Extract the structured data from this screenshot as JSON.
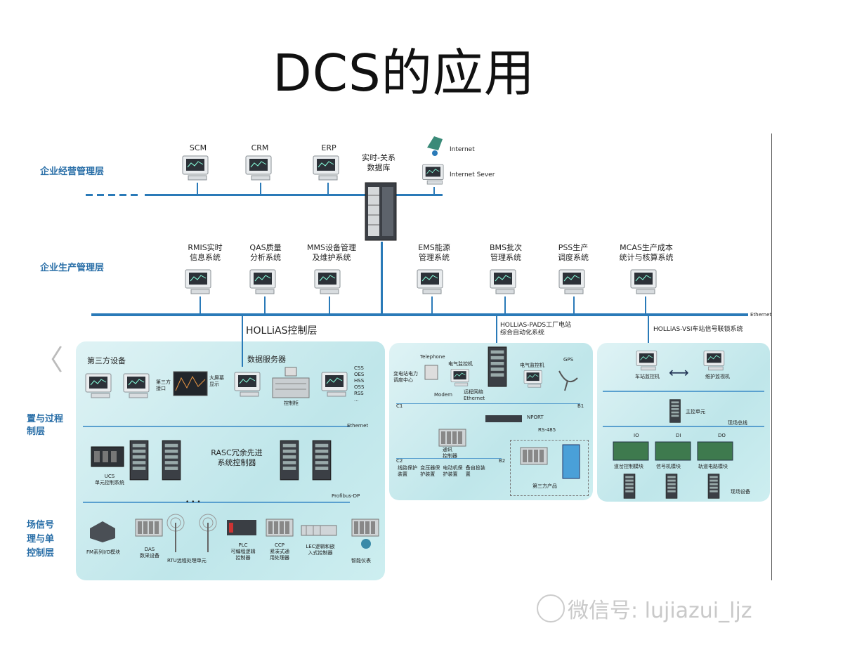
{
  "title": "DCS的应用",
  "layers": {
    "enterprise_mgmt": "企业经营管理层",
    "production_mgmt": "企业生产管理层",
    "device_process": [
      "置与过程",
      "制层"
    ],
    "field_signal": [
      "场信号",
      "理与单",
      "控制层"
    ]
  },
  "top_nodes": {
    "scm": "SCM",
    "crm": "CRM",
    "erp": "ERP",
    "rt_db": [
      "实时-关系",
      "数据库"
    ],
    "internet": "Internet",
    "internet_server": "Internet Sever"
  },
  "mid_nodes": [
    [
      "RMIS实时",
      "信息系统"
    ],
    [
      "QAS质量",
      "分析系统"
    ],
    [
      "MMS设备管理",
      "及维护系统"
    ],
    [
      "EMS能源",
      "管理系统"
    ],
    [
      "BMS批次",
      "管理系统"
    ],
    [
      "PSS生产",
      "调度系统"
    ],
    [
      "MCAS生产成本",
      "统计与核算系统"
    ]
  ],
  "ethernet_label": "Ethernet",
  "hollias_control": "HOLLiAS控制层",
  "hollias_pads": [
    "HOLLiAS-PADS工厂电站",
    "综合自动化系统"
  ],
  "hollias_vsi": "HOLLiAS-VSI车站信号联锁系统",
  "left_panel": {
    "third_party": "第三方设备",
    "data_server": "数据服务器",
    "third_port": [
      "第三方",
      "接口"
    ],
    "big_screen": [
      "大屏幕",
      "显示"
    ],
    "console": "控制柜",
    "server_list": [
      "CSS",
      "OES",
      "HSS",
      "OSS",
      "RSS",
      "..."
    ],
    "ethernet": "Ethernet",
    "dcs_unit": [
      "UCS",
      "单元控制系统"
    ],
    "rasc": [
      "RASC冗余先进",
      "系统控制器"
    ],
    "profibus": "Profibus-DP",
    "dots": "• • •",
    "devices": [
      [
        "FM系列I/O模块"
      ],
      [
        "DAS",
        "数采设备"
      ],
      [
        "RTU远程处理单元"
      ],
      [
        "PLC",
        "可编程逻辑",
        "控制器"
      ],
      [
        "CCP",
        "紧凑式通",
        "用处理器"
      ],
      [
        "LEC逻辑和嵌",
        "入式控制器"
      ],
      [
        "智能仪表"
      ]
    ]
  },
  "mid_panel": {
    "telephone": "Telephone",
    "elec_monitor1": "电气监控机",
    "elec_monitor2": "电气监控机",
    "gps": "GPS",
    "remote": [
      "变电站电力",
      "调度中心"
    ],
    "modem": "Modem",
    "router": [
      "远程网络",
      "Ethernet"
    ],
    "nport": "NPORT",
    "rs485": "RS-485",
    "comm_ctrl": [
      "通讯",
      "控制器"
    ],
    "line_labels": [
      "C1",
      "B1",
      "C2",
      "B2"
    ],
    "protect_units": [
      "线路保护装置",
      "变压器保护装置",
      "电动机保护装置",
      "备自投装置"
    ],
    "third_party_products": "第三方产品"
  },
  "right_panel": {
    "station_monitor": "车站监控机",
    "maint_monitor": "维护监视机",
    "main_ctrl": "主控单元",
    "field_bus": "现场总线",
    "io_labels": [
      "IO",
      "DI",
      "DO"
    ],
    "io_names": [
      "道岔控制模块",
      "信号机模块",
      "轨道电路模块"
    ],
    "field_equipment": "现场设备"
  },
  "nav": {
    "prev": "〈",
    "next": "〉"
  },
  "watermark": "微信号: lujiazui_ljz"
}
